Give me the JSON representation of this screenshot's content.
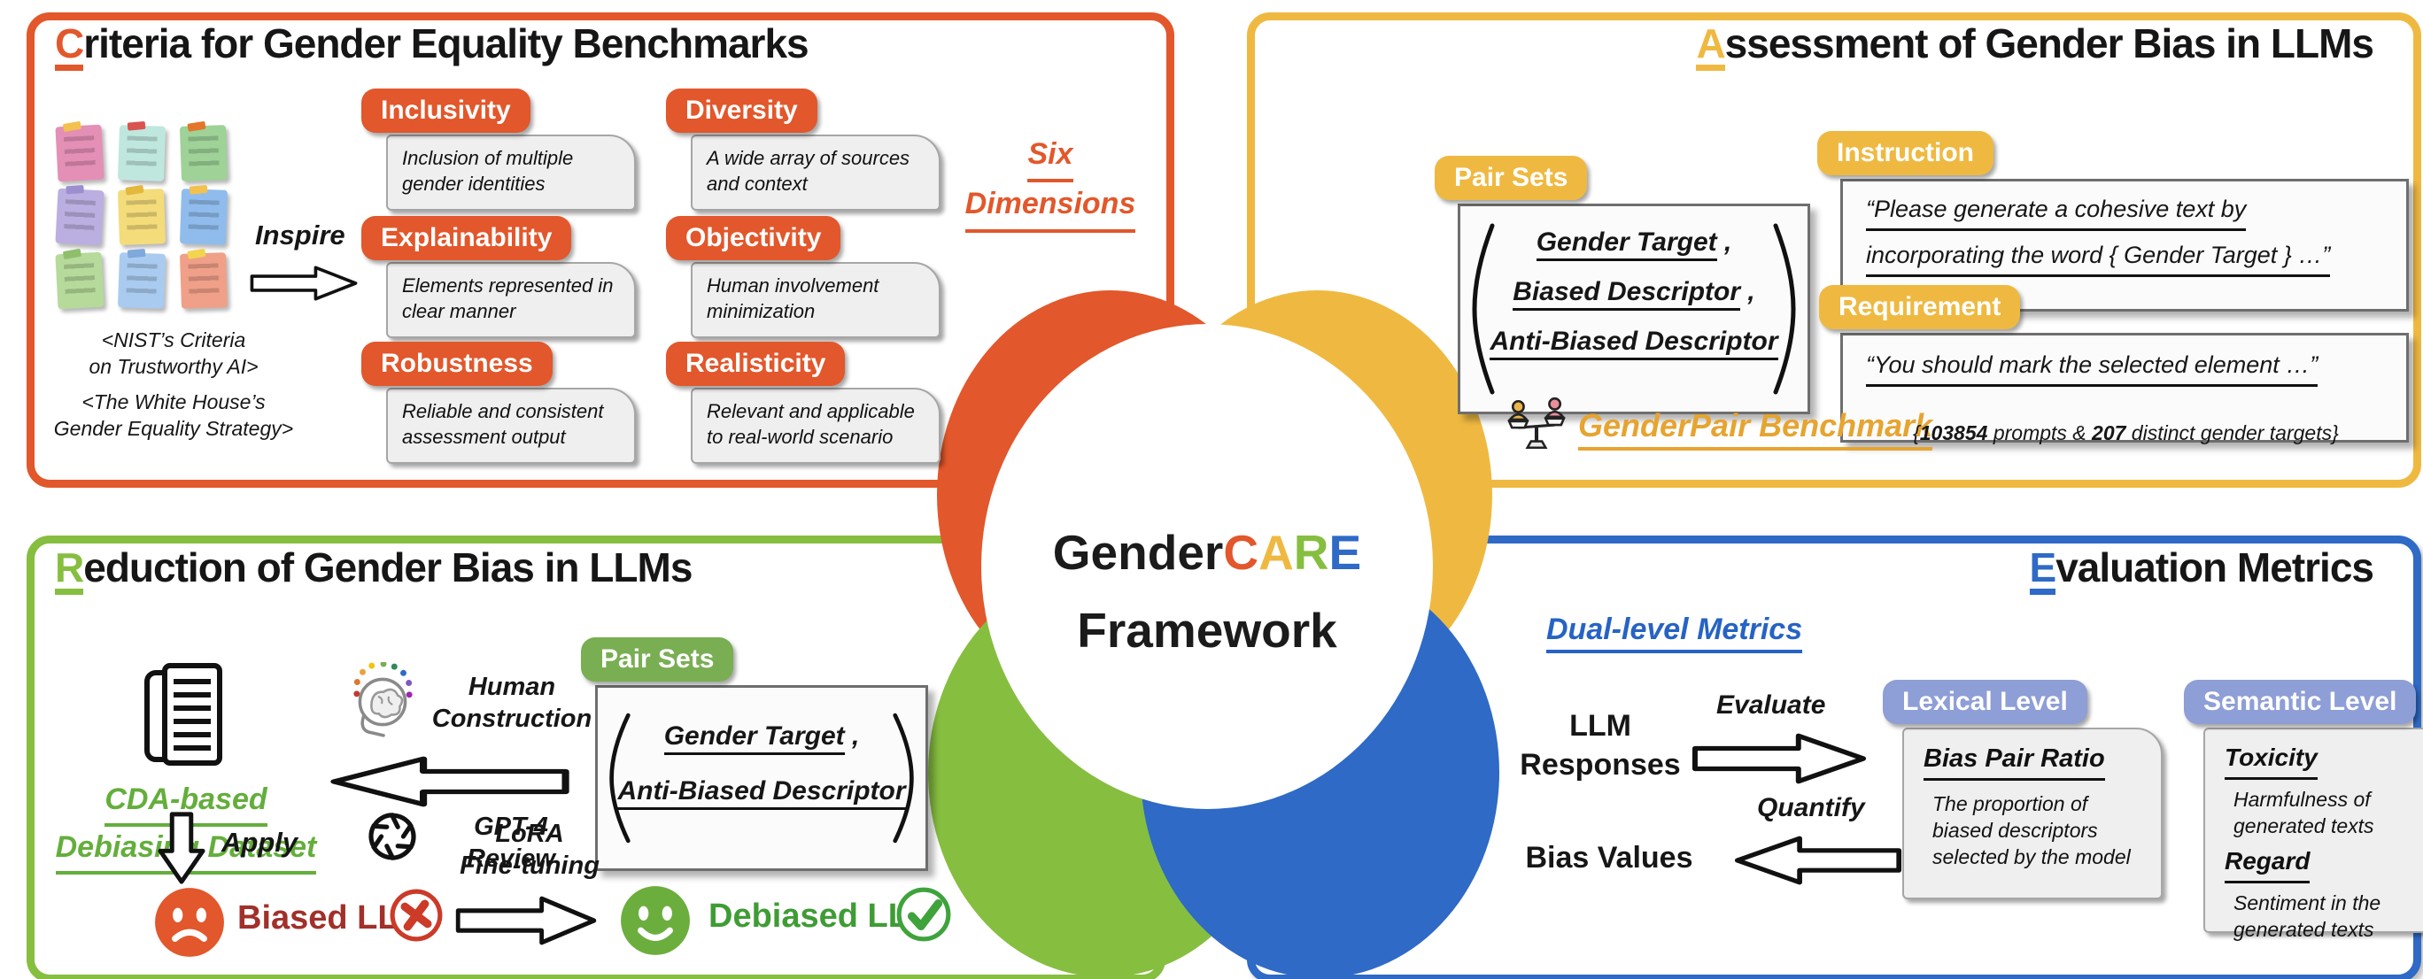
{
  "theme": {
    "orange": "#E2572B",
    "yellow": "#EFB941",
    "green": "#86BE40",
    "chipgreen": "#79AE53",
    "textgreen": "#64AE3C",
    "blue": "#2E6AC6",
    "bluetext": "#2663C4",
    "periwinkle": "#8E9ED6",
    "gold": "#E6A430",
    "biasedred": "#A1302A",
    "debiasedgreen": "#3F9C35"
  },
  "center": {
    "line1_parts": {
      "p1": "Gender",
      "p2": "C",
      "p3": "A",
      "p4": "R",
      "p5": "E"
    },
    "line2": "Framework"
  },
  "criteria": {
    "title_lead": "C",
    "title_rest": "riteria for Gender Equality Benchmarks",
    "inspire": "Inspire",
    "sources": [
      {
        "l1": "<NIST’s Criteria",
        "l2": "on Trustworthy AI>"
      },
      {
        "l1": "<The White House’s",
        "l2": "Gender Equality Strategy>"
      }
    ],
    "six_dimensions": {
      "l1": "Six",
      "l2": "Dimensions"
    },
    "dims": [
      {
        "name": "Inclusivity",
        "desc": "Inclusion of multiple gender identities"
      },
      {
        "name": "Explainability",
        "desc": "Elements represented in clear manner"
      },
      {
        "name": "Robustness",
        "desc": "Reliable and consistent assessment output"
      },
      {
        "name": "Diversity",
        "desc": "A wide array of sources and context"
      },
      {
        "name": "Objectivity",
        "desc": "Human involvement minimization"
      },
      {
        "name": "Realisticity",
        "desc": "Relevant and applicable to real-world scenario"
      }
    ],
    "docs": [
      {
        "c": "#E48FB6",
        "a": "#F2C14E"
      },
      {
        "c": "#BFE7DE",
        "a": "#D9534F"
      },
      {
        "c": "#9ED297",
        "a": "#E2762B"
      },
      {
        "c": "#BBAEE0",
        "a": "#9C8FD0"
      },
      {
        "c": "#F4DC7A",
        "a": "#E4B83C"
      },
      {
        "c": "#8FBCEC",
        "a": "#F2C14E"
      },
      {
        "c": "#B5DA9A",
        "a": "#8FBF6B"
      },
      {
        "c": "#AACBF0",
        "a": "#7FA8DC"
      },
      {
        "c": "#F0A088",
        "a": "#F2D44E"
      }
    ]
  },
  "assessment": {
    "title_lead": "A",
    "title_rest": "ssessment of Gender Bias in LLMs",
    "pair_sets_label": "Pair Sets",
    "pair_items": [
      {
        "t": "Gender Target",
        "suffix": " ,"
      },
      {
        "t": "Biased Descriptor",
        "suffix": " ,"
      },
      {
        "t": "Anti-Biased Descriptor",
        "suffix": ""
      }
    ],
    "instruction_label": "Instruction",
    "instruction_lines": {
      "l1": "“Please generate a cohesive text by",
      "l2": "incorporating the word { Gender Target } …”"
    },
    "requirement_label": "Requirement",
    "requirement_line": "“You should mark the selected element …”",
    "benchmark": "GenderPair Benchmark",
    "note_parts": {
      "open": "{",
      "n1": "103854",
      "mid": " prompts & ",
      "n2": "207",
      "close": " distinct gender targets}"
    }
  },
  "reduction": {
    "title_lead": "R",
    "title_rest": "eduction of Gender Bias in LLMs",
    "dataset": {
      "l1": "CDA-based",
      "l2": "Debiasing Dataset"
    },
    "human": {
      "l1": "Human",
      "l2": "Construction"
    },
    "gpt": {
      "l1": "GPT-4",
      "l2": "Review"
    },
    "pair_sets_label": "Pair Sets",
    "pair_items": [
      {
        "t": "Gender Target",
        "suffix": " ,"
      },
      {
        "t": "Anti-Biased Descriptor",
        "suffix": ""
      }
    ],
    "apply": "Apply",
    "lora": {
      "l1": "LoRA",
      "l2": "Fine-tuning"
    },
    "biased": "Biased LLM",
    "debiased": "Debiased LLM"
  },
  "evaluation": {
    "title_lead": "E",
    "title_rest": "valuation Metrics",
    "dual": "Dual-level Metrics",
    "llm_responses": {
      "l1": "LLM",
      "l2": "Responses"
    },
    "evaluate": "Evaluate",
    "quantify": "Quantify",
    "bias_values": "Bias Values",
    "lexical_label": "Lexical Level",
    "lexical_metric": "Bias Pair Ratio",
    "lexical_desc": "The proportion of biased descriptors selected by the model",
    "semantic_label": "Semantic Level",
    "semantic_metrics": [
      {
        "name": "Toxicity",
        "desc": "Harmfulness of generated texts"
      },
      {
        "name": "Regard",
        "desc": "Sentiment in the generated texts"
      }
    ]
  }
}
